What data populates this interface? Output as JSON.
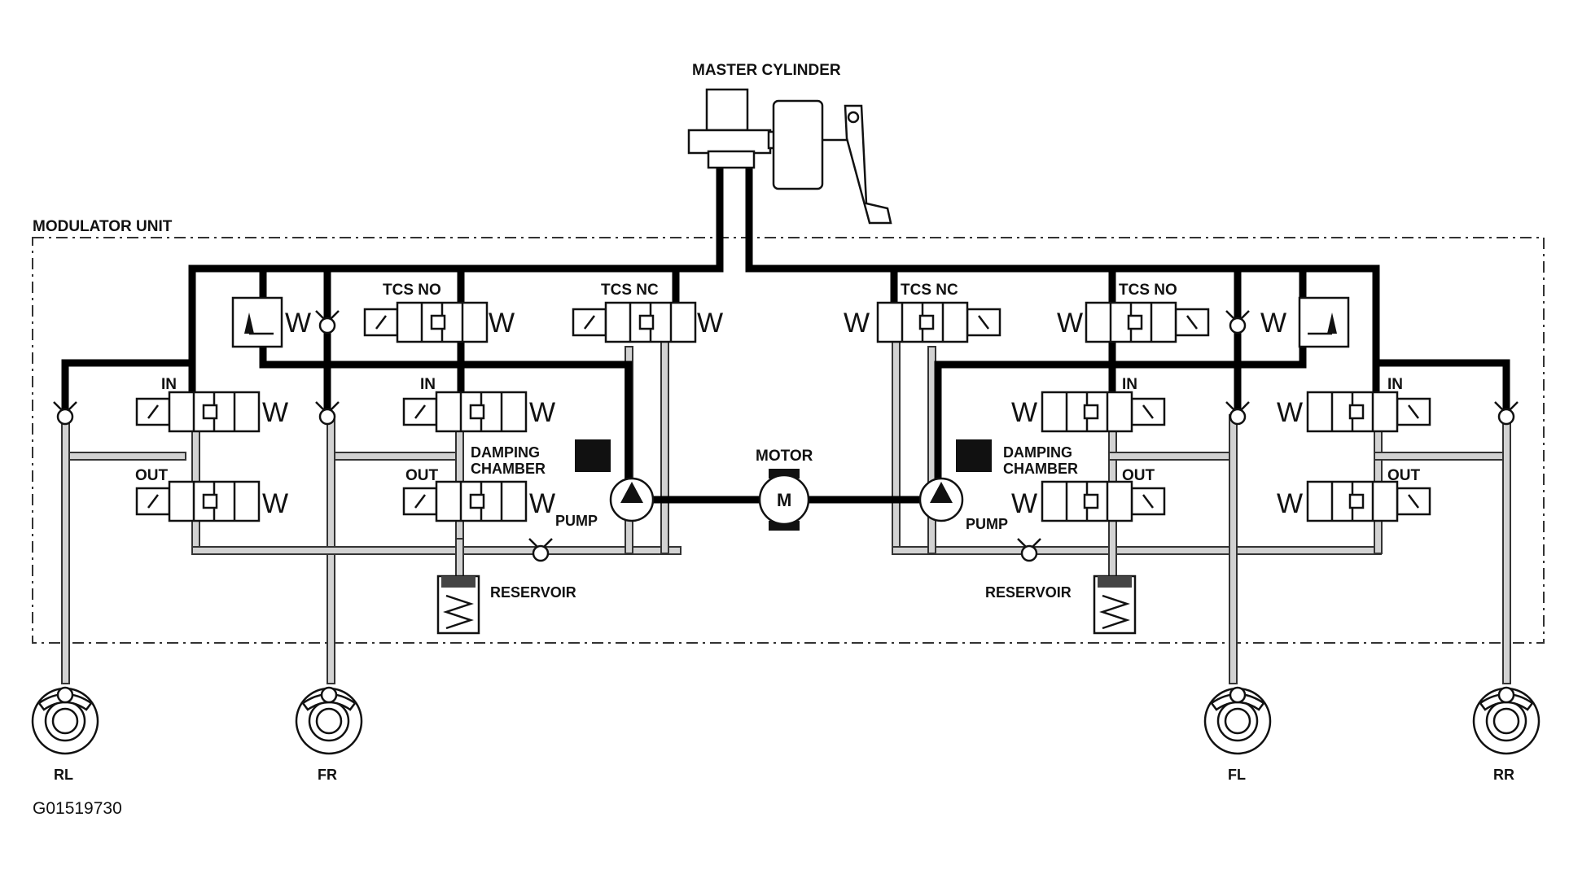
{
  "title": "MASTER CYLINDER",
  "modulator_label": "MODULATOR UNIT",
  "figure_id": "G01519730",
  "valves": {
    "tcs_no": "TCS NO",
    "tcs_nc": "TCS NC",
    "in": "IN",
    "out": "OUT",
    "spring": "W"
  },
  "components": {
    "damping_line1": "DAMPING",
    "damping_line2": "CHAMBER",
    "pump": "PUMP",
    "motor": "MOTOR",
    "motor_symbol": "M",
    "reservoir": "RESERVOIR"
  },
  "wheels": {
    "rl": "RL",
    "fr": "FR",
    "fl": "FL",
    "rr": "RR"
  }
}
